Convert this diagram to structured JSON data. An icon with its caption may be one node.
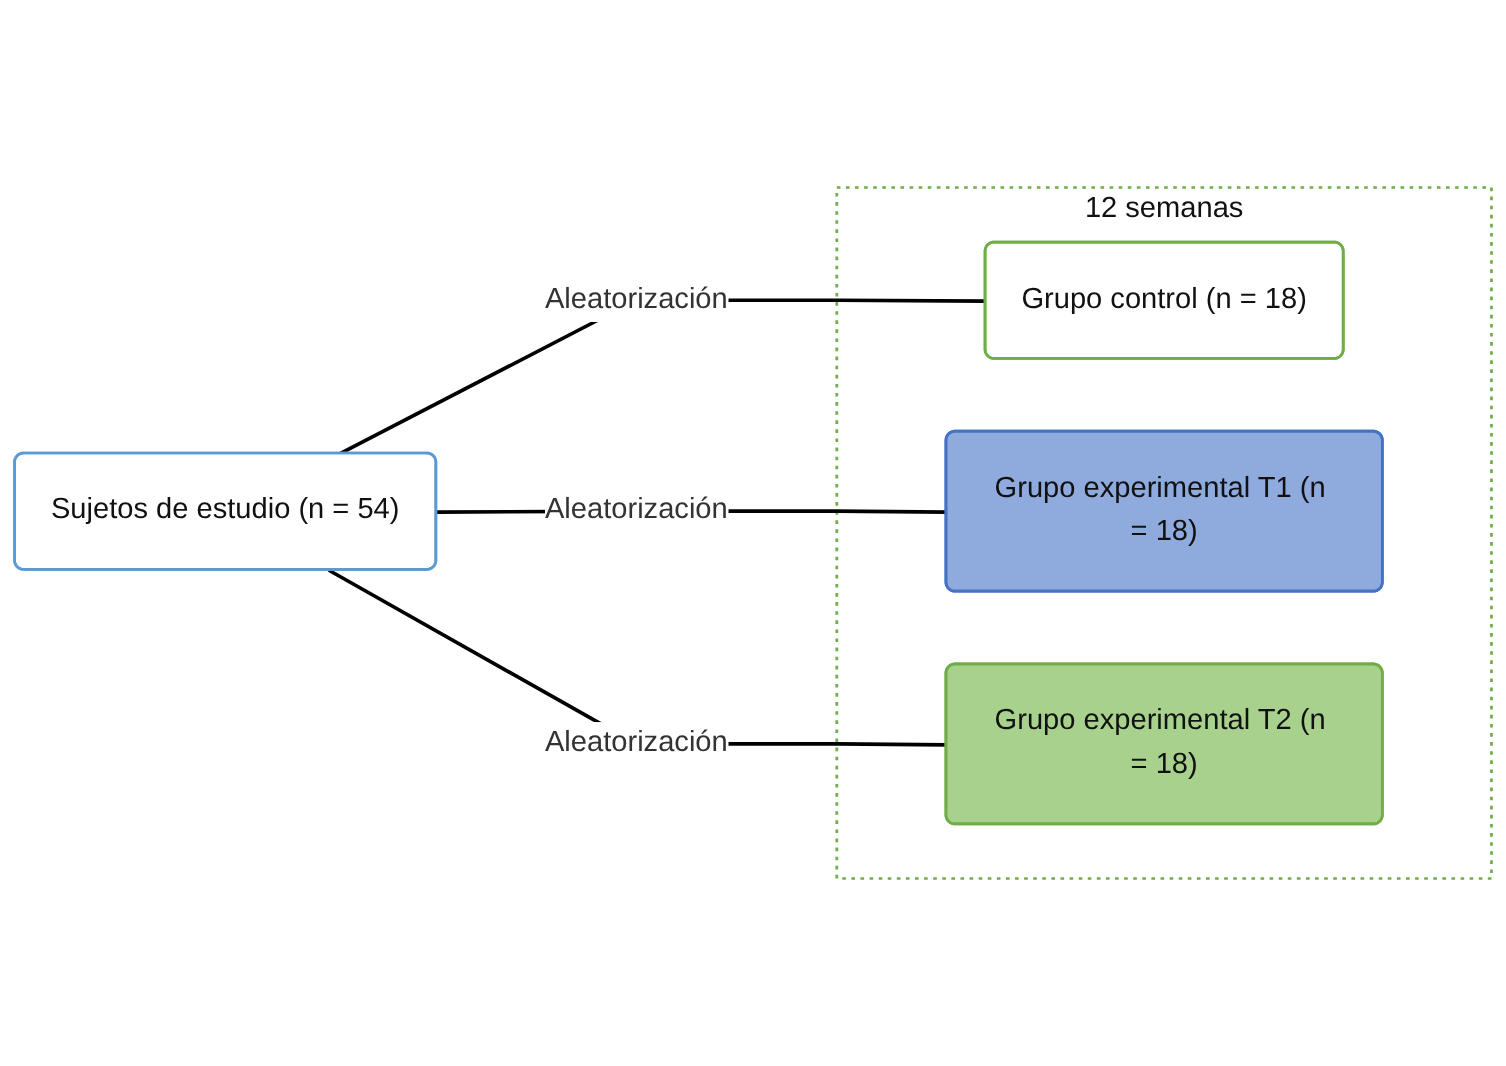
{
  "diagram": {
    "nodes": [
      {
        "text": [
          "Sujetos de estudio (n = 54)"
        ]
      },
      {
        "text": [
          "12 semanas"
        ]
      },
      {
        "text": [
          "Grupo control (n = 18)"
        ],
        "in": 1
      },
      {
        "text": [
          "Grupo experimental T1 (n = 18)"
        ],
        "in": 1
      },
      {
        "text": [
          "Grupo experimental T2 (n = 18)"
        ],
        "in": 1
      }
    ],
    "edges": [
      {
        "from": 0,
        "to": 2,
        "arrow": "none",
        "label": "Aleatorización"
      },
      {
        "from": 0,
        "to": 3,
        "arrow": "none",
        "label": "Aleatorización"
      },
      {
        "from": 0,
        "to": 4,
        "arrow": "none",
        "label": "Aleatorización"
      }
    ]
  }
}
